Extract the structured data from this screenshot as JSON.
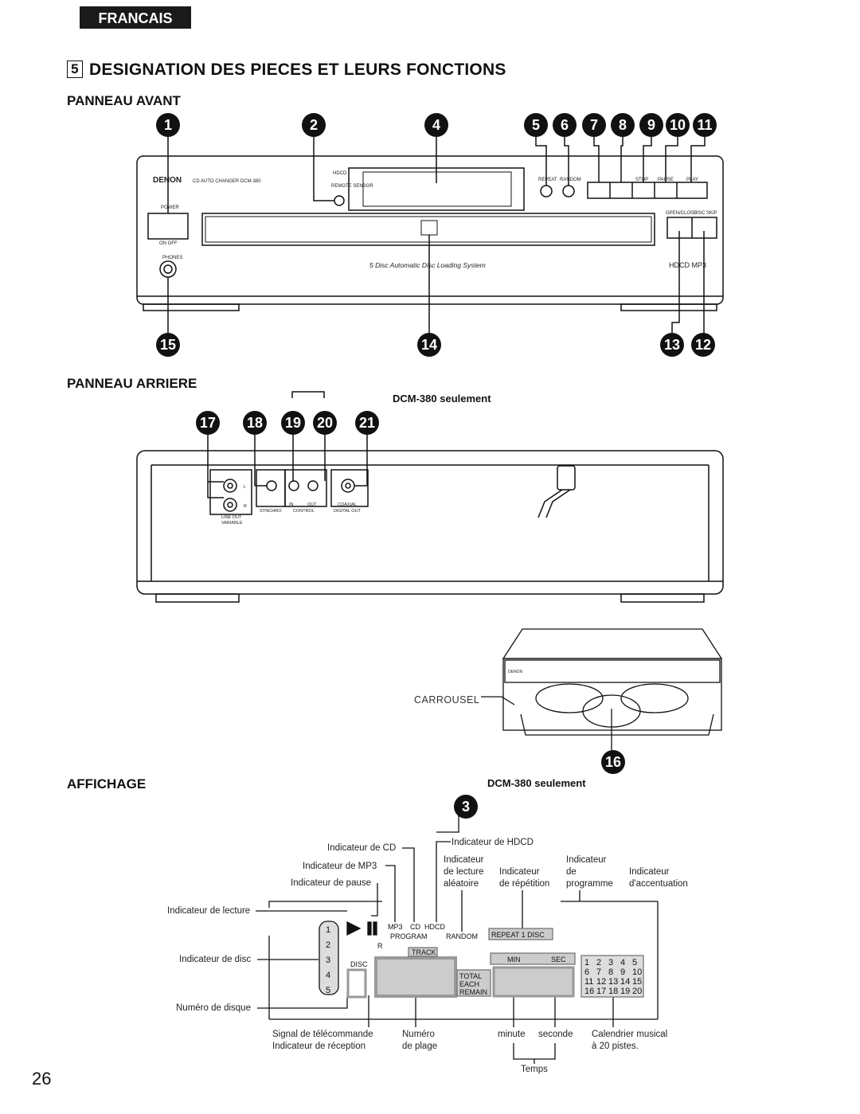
{
  "language_tab": "FRANCAIS",
  "section": {
    "number": "5",
    "title": "DESIGNATION DES PIECES ET LEURS FONCTIONS"
  },
  "front_panel": {
    "heading": "PANNEAU AVANT",
    "callouts_top": [
      "1",
      "2",
      "4",
      "5",
      "6",
      "7",
      "8",
      "9",
      "10",
      "11"
    ],
    "callouts_bottom": [
      "15",
      "14",
      "13",
      "12"
    ],
    "device": {
      "brand": "DENON",
      "model": "CD AUTO CHANGER DCM-380",
      "power_label": "POWER",
      "power_states": "ON  OFF",
      "phones_label": "PHONES",
      "hdcd_label": "HDCD",
      "remote_label": "REMOTE SENSOR",
      "repeat_label": "REPEAT",
      "random_label": "RANDOM",
      "stop_label": "STOP",
      "pause_label": "PAUSE",
      "play_label": "PLAY",
      "open_close_label": "OPEN/CLOSE",
      "disc_skip_label": "DISC SKIP",
      "loading_system": "5 Disc Automatic Disc Loading System",
      "logos": "HDCD MP3"
    }
  },
  "rear_panel": {
    "heading": "PANNEAU ARRIERE",
    "only_note": "DCM-380 seulement",
    "callouts": [
      "17",
      "18",
      "19",
      "20",
      "21"
    ],
    "labels": {
      "line_out": "LINE OUT",
      "variable": "VARIABLE",
      "synchro": "SYNCHRO",
      "in": "IN",
      "out": "OUT",
      "control": "CONTROL",
      "coaxial": "COAXIAL",
      "digital_out": "DIGITAL OUT",
      "l": "L",
      "r": "R"
    }
  },
  "carrousel": {
    "label": "CARROUSEL",
    "callout": "16"
  },
  "display": {
    "heading": "AFFICHAGE",
    "only_note": "DCM-380 seulement",
    "callout": "3",
    "labels": {
      "cd": "Indicateur de CD",
      "mp3": "Indicateur de MP3",
      "pause": "Indicateur de pause",
      "play": "Indicateur de lecture",
      "disc": "Indicateur de disc",
      "disc_number": "Numéro de disque",
      "hdcd": "Indicateur de HDCD",
      "random_1": "Indicateur",
      "random_2": "de lecture",
      "random_3": "aléatoire",
      "repeat_1": "Indicateur",
      "repeat_2": "de répétition",
      "program_1": "Indicateur",
      "program_2": "de",
      "program_3": "programme",
      "accent_1": "Indicateur",
      "accent_2": "d'accentuation",
      "remote_1": "Signal de télécommande",
      "remote_2": "Indicateur de réception",
      "track_1": "Numéro",
      "track_2": "de plage",
      "minute": "minute",
      "second": "seconde",
      "calendar_1": "Calendrier musical",
      "calendar_2": "à 20 pistes.",
      "time": "Temps"
    },
    "lcd": {
      "mp3": "MP3",
      "cd": "CD",
      "hdcd": "HDCD",
      "program": "PROGRAM",
      "random": "RANDOM",
      "repeat": "REPEAT 1 DISC",
      "r": "R",
      "disc": "DISC",
      "track": "TRACK",
      "total": "TOTAL",
      "each": "EACH",
      "remain": "REMAIN",
      "min": "MIN",
      "sec": "SEC",
      "disc_numbers": [
        "1",
        "2",
        "3",
        "4",
        "5"
      ],
      "calendar": [
        "1",
        "2",
        "3",
        "4",
        "5",
        "6",
        "7",
        "8",
        "9",
        "10",
        "11",
        "12",
        "13",
        "14",
        "15",
        "16",
        "17",
        "18",
        "19",
        "20"
      ]
    }
  },
  "page_number": "26"
}
